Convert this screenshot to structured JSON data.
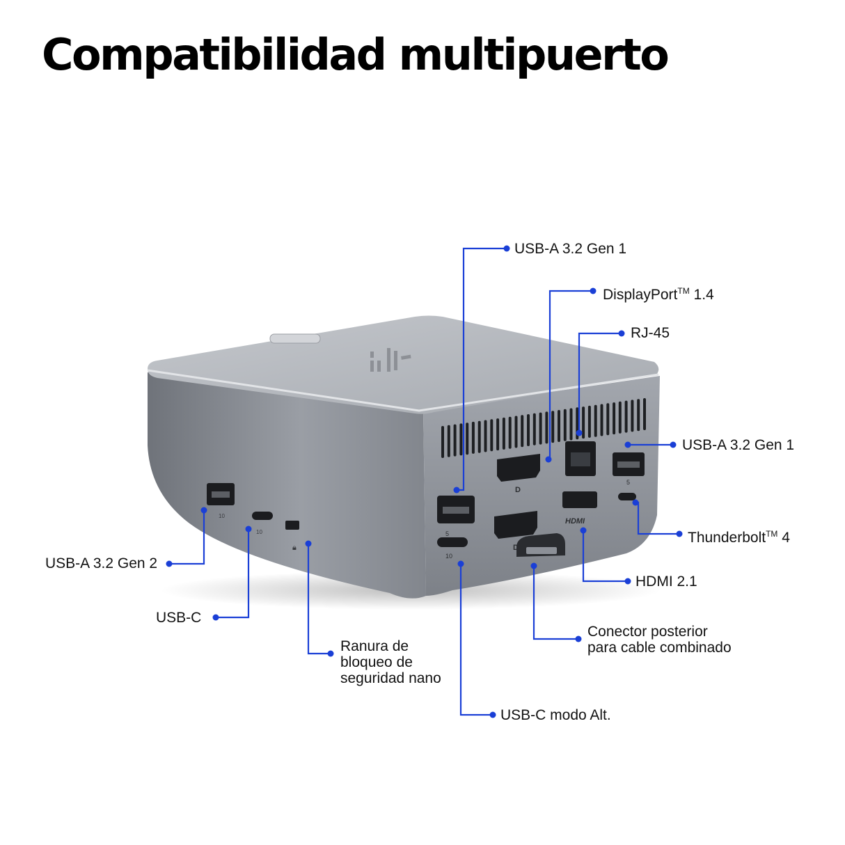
{
  "title": "Compatibilidad multipuerto",
  "accent_color": "#1a3fd6",
  "device": {
    "port_markings": {
      "displayport": "D",
      "hdmi": "HDMI",
      "speed_10": "10",
      "speed_5": "5"
    }
  },
  "callouts": {
    "usb_a_top": "USB-A 3.2 Gen 1",
    "displayport_name": "DisplayPort",
    "displayport_tm": "TM",
    "displayport_version": " 1.4",
    "rj45": "RJ-45",
    "usb_a_right": "USB-A 3.2 Gen 1",
    "thunderbolt_name": "Thunderbolt",
    "thunderbolt_tm": "TM",
    "thunderbolt_version": " 4",
    "hdmi": "HDMI 2.1",
    "rear_connector_line1": "Conector posterior",
    "rear_connector_line2": "para cable combinado",
    "usb_c_alt": "USB-C modo Alt.",
    "nano_lock_line1": "Ranura de",
    "nano_lock_line2": "bloqueo de",
    "nano_lock_line3": "seguridad nano",
    "usb_c": "USB-C",
    "usb_a_gen2": "USB-A 3.2 Gen 2"
  }
}
